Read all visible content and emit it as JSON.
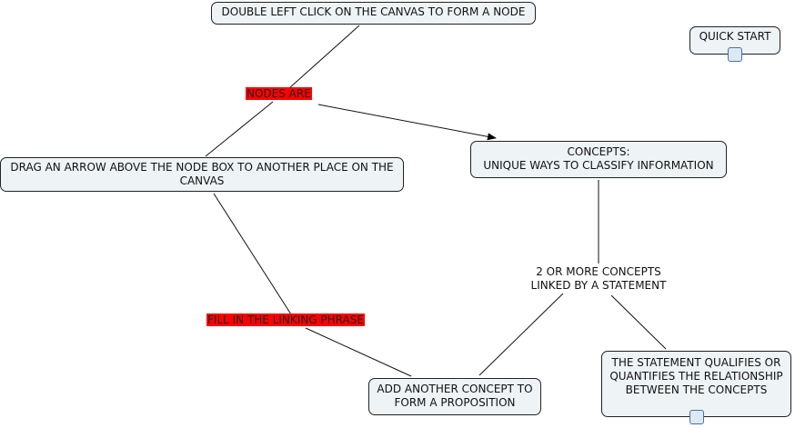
{
  "nodes": {
    "form_node": "DOUBLE LEFT CLICK ON THE CANVAS TO FORM A NODE",
    "quick_start": "QUICK START",
    "concepts_l1": "CONCEPTS:",
    "concepts_l2": "UNIQUE WAYS TO CLASSIFY INFORMATION",
    "drag_arrow": "DRAG AN ARROW ABOVE THE NODE BOX TO ANOTHER PLACE ON THE CANVAS",
    "add_concept": "ADD ANOTHER CONCEPT TO FORM  A PROPOSITION",
    "statement": "THE STATEMENT QUALIFIES OR QUANTIFIES THE RELATIONSHIP BETWEEN THE CONCEPTS"
  },
  "linking_phrases": {
    "nodes_are": "NODES  ARE",
    "fill_in": "FILL IN THE LINKING PHRASE",
    "two_or_more_l1": "2 OR MORE CONCEPTS",
    "two_or_more_l2": "LINKED BY A STATEMENT"
  },
  "colors": {
    "node_bg": "#eef3f5",
    "highlight": "#ff0000"
  }
}
